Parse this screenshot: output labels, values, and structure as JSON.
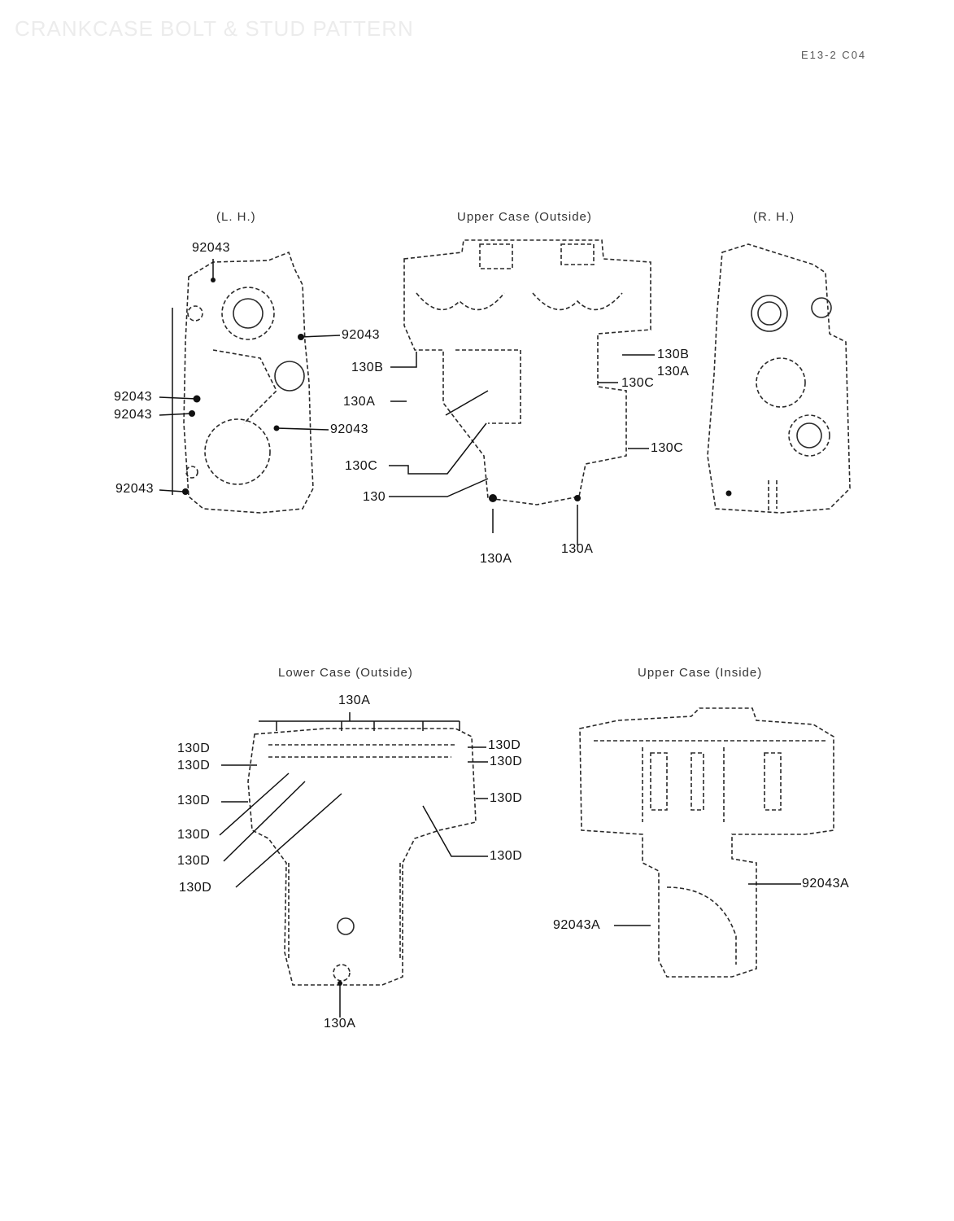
{
  "page": {
    "title": "CRANKCASE BOLT & STUD PATTERN",
    "ref_code": "E13-2 C04"
  },
  "views": {
    "lh": {
      "title": "(L. H.)",
      "callouts": [
        "92043",
        "92043",
        "92043",
        "92043",
        "92043",
        "92043"
      ]
    },
    "upper_outside": {
      "title": "Upper Case (Outside)",
      "callouts": [
        "130B",
        "130A",
        "130C",
        "130",
        "130B",
        "130A",
        "130C",
        "130C",
        "130A",
        "130A"
      ]
    },
    "rh": {
      "title": "(R. H.)"
    },
    "lower_outside": {
      "title": "Lower Case (Outside)",
      "callouts": [
        "130A",
        "130D",
        "130D",
        "130D",
        "130D",
        "130D",
        "130D",
        "130D",
        "130D",
        "130D",
        "130D",
        "130A"
      ]
    },
    "upper_inside": {
      "title": "Upper Case (Inside)",
      "callouts": [
        "92043A",
        "92043A"
      ]
    }
  },
  "colors": {
    "ink": "#1a1a1a",
    "faint": "#9a9a9a"
  }
}
